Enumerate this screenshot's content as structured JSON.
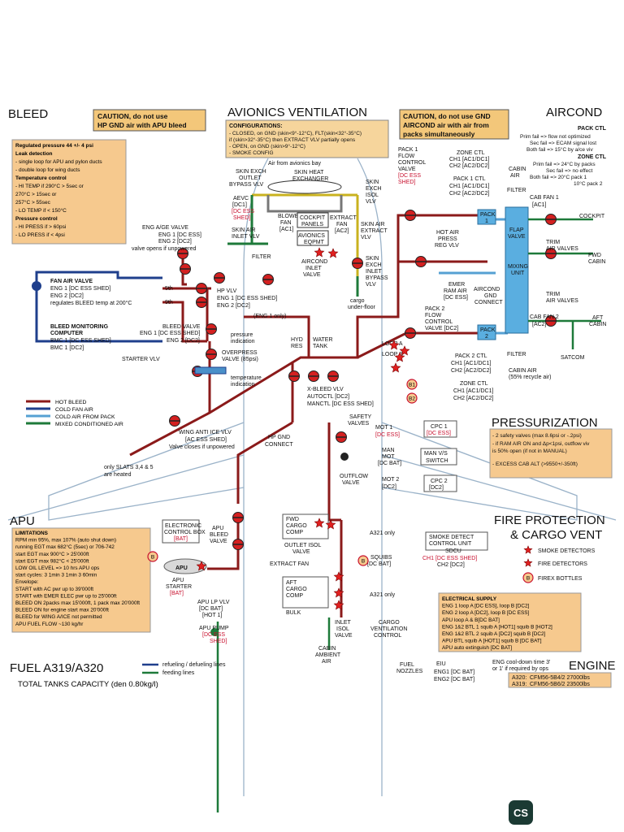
{
  "sections": {
    "bleed": "BLEED",
    "avionics": "AVIONICS VENTILATION",
    "aircond": "AIRCOND",
    "pressurization": "PRESSURIZATION",
    "apu": "APU",
    "fire1": "FIRE PROTECTION",
    "fire2": "& CARGO VENT",
    "fuel": "FUEL A319/A320",
    "engine": "ENGINE"
  },
  "cautions": {
    "bleed": [
      "CAUTION, do not use",
      "HP GND air with APU bleed"
    ],
    "aircond": [
      "CAUTION, do not use GND",
      "AIRCOND air with air from",
      "packs simultaneously"
    ]
  },
  "avionics_config": {
    "title": "CONFIGURATIONS:",
    "closed": "- CLOSED, on GND (skin<9°-12°C), FLT(skin<32°-35°C)",
    "closed2": "if (skin>32°-35°C) then EXTRACT VLV partially opens",
    "open": "- OPEN, on GND (skin>9°-12°C)",
    "smoke": "- SMOKE CONFIG"
  },
  "bleed_notes": [
    "Regulated pressure 44 +/- 4 psi",
    "Leak detection",
    "- single loop for APU and pylon ducts",
    "- double loop for wing ducts",
    "Temperature control",
    "- HI TEMP if 290°C > 5sec or",
    "270°C > 15sec or",
    "257°C > 55sec",
    "- LO TEMP if < 150°C",
    "Pressure control",
    "- HI PRESS if > 60psi",
    "- LO PRESS if < 4psi"
  ],
  "pack_ctl": {
    "title": "PACK CTL",
    "lines": [
      "Prim fail => flow not optimized",
      "Sec fail => ECAM signal lost",
      "Both fail => 15°C by a/ce viv"
    ],
    "zone_title": "ZONE CTL",
    "zone_lines": [
      "Prim fail => 24°C by packs",
      "Sec fail => no effect",
      "Both fail => 20°C pack 1",
      "10°C pack 2"
    ]
  },
  "legend": [
    {
      "label": "HOT BLEED",
      "color": "#8b1a1a"
    },
    {
      "label": "COLD FAN AIR",
      "color": "#1f3f8c"
    },
    {
      "label": "COLD AIR FROM PACK",
      "color": "#56a0d3"
    },
    {
      "label": "MIXED CONDITIONED AIR",
      "color": "#1e7a3a"
    }
  ],
  "labels": {
    "fan_air_valve": "FAN AIR VALVE",
    "fav_eng1": "ENG 1 [DC ESS SHED]",
    "fav_eng2": "ENG 2 [DC2]",
    "fav_note": "regulates BLEED temp at 200°C",
    "bleed_mon": "BLEED MONITORING",
    "computer": "COMPUTER",
    "bmc1": "BMC 1 [DC ESS SHED]",
    "bmc2": "BMC 1 [DC2]",
    "eng_ag_valve": "ENG A/GE VALVE",
    "eag_eng1": "ENG 1 [DC ESS]",
    "eag_eng2": "ENG 2 [DC2]",
    "eag_note": "valve opens if unpowered",
    "fifth": "5th",
    "ninth": "9th",
    "hp_vlv": "HP VLV",
    "hp_eng1": "ENG 1 [DC ESS SHED]",
    "hp_eng2": "ENG 2 [DC2]",
    "eng1_only": "(ENG 1 only)",
    "bleed_valve_eng1": "ENG 1 [DC ESS SHED]",
    "bleed_valve": "BLEED VALVE",
    "bleed_valve_eng2": "ENG 2 [DC2]",
    "pressure_ind": "pressure",
    "pressure_ind2": "indication",
    "overpress": "OVERPRESS",
    "overpress2": "VALVE (85psi)",
    "starter_vlv": "STARTER VLV",
    "temp_ind": "temperature",
    "temp_ind2": "indication",
    "wing_anti_ice": "WING ANTI ICE VLV",
    "wai_sub": "[AC ESS SHED]",
    "wai_note": "Valve closes if unpowered",
    "slats": "only SLATS 3,4 & 5",
    "slats2": "are heated",
    "hp_gnd": "HP GND",
    "hp_gnd2": "CONNECT",
    "hyd_res": "HYD",
    "hyd_res2": "RES",
    "water_tank": "WATER",
    "water_tank2": "TANK",
    "xbleed": "X-BLEED VLV",
    "xbleed2": "AUTOCTL [DC2]",
    "xbleed3": "MANCTL [DC ESS SHED]",
    "skin_exch_outlet": "SKIN EXCH",
    "skin_exch_outlet2": "OUTLET",
    "skin_exch_outlet3": "BYPASS VLV",
    "air_from_bay": "Air from avionics bay",
    "skin_heat_exch": "SKIN HEAT",
    "skin_heat_exch2": "EXCHANGER",
    "skin_exch_isol": "SKIN",
    "skin_exch_isol2": "EXCH",
    "skin_exch_isol3": "ISOL",
    "skin_exch_isol4": "VLV",
    "aevc": "AEVC",
    "aevc2": "[DC1]",
    "aevc3": "[DC ESS",
    "aevc4": "SHED]",
    "skin_air_inlet": "SKIN AIR",
    "skin_air_inlet2": "INLET VLV",
    "blower": "BLOWER",
    "blower2": "FAN",
    "blower3": "[AC1]",
    "cockpit_panels": "COCKPIT",
    "cockpit_panels2": "PANELS",
    "avionics_eqpmt": "AVIONICS",
    "avionics_eqpmt2": "EQPMT",
    "extract_fan": "EXTRACT",
    "extract_fan2": "FAN",
    "extract_fan3": "[AC2]",
    "skin_air_extract": "SKIN AIR",
    "skin_air_extract2": "EXTRACT",
    "skin_air_extract3": "VLV",
    "filter": "FILTER",
    "aircond_inlet": "AIRCOND",
    "aircond_inlet2": "INLET",
    "aircond_inlet3": "VALVE",
    "skin_exch_inlet": "SKIN",
    "skin_exch_inlet2": "EXCH",
    "skin_exch_inlet3": "INLET",
    "skin_exch_inlet4": "BYPASS",
    "skin_exch_inlet5": "VLV",
    "cargo_underfloor": "cargo",
    "cargo_underfloor2": "under-floor",
    "pack1_flow": "PACK 1",
    "pack1_flow2": "FLOW",
    "pack1_flow3": "CONTROL",
    "pack1_flow4": "VALVE",
    "pack1_flow5": "[DC ESS",
    "pack1_flow6": "SHED]",
    "zone_ctl": "ZONE CTL",
    "zone_ctl1": "CH1 [AC1/DC1]",
    "zone_ctl2": "CH2 [AC2/DC2]",
    "pack1_ctl": "PACK 1 CTL",
    "pack1_ctl1": "CH1 [AC1/DC1]",
    "pack1_ctl2": "CH2 [AC2/DC2]",
    "cabin_air": "CABIN",
    "cabin_air2": "AIR",
    "filter2": "FILTER",
    "cab_fan1": "CAB FAN 1",
    "cab_fan1b": "[AC1]",
    "cockpit": "COCKPIT",
    "hot_air": "HOT AIR",
    "hot_air2": "PRESS",
    "hot_air3": "REG VLV",
    "pack1": "PACK",
    "pack1b": "1",
    "flap_valve": "FLAP",
    "flap_valve2": "VALVE",
    "mixing_unit": "MIXING",
    "mixing_unit2": "UNIT",
    "trim_air": "TRIM",
    "trim_air2": "AIR VALVES",
    "fwd_cabin": "FWD",
    "fwd_cabin2": "CABIN",
    "trim_air_b": "TRIM",
    "trim_air_b2": "AIR VALVES",
    "emer_ram": "EMER",
    "emer_ram2": "RAM AIR",
    "emer_ram3": "[DC ESS]",
    "aircond_gnd": "AIRCOND",
    "aircond_gnd2": "GND",
    "aircond_gnd3": "CONNECT",
    "pack2_flow": "PACK 2",
    "pack2_flow2": "FLOW",
    "pack2_flow3": "CONTROL",
    "pack2_flow4": "VALVE [DC2]",
    "pack2": "PACK",
    "pack2b": "2",
    "cab_fan2": "CAB FAN 2",
    "cab_fan2b": "[AC2]",
    "aft_cabin": "AFT",
    "aft_cabin2": "CABIN",
    "loop_a": "LOOP A",
    "loop_b": "LOOP B",
    "pack2_ctl": "PACK 2 CTL",
    "pack2_ctl1": "CH1 [AC1/DC1]",
    "pack2_ctl2": "CH2 [AC2/DC2]",
    "filter3": "FILTER",
    "cabin_air_b": "CABIN AIR",
    "cabin_air_b2": "(55% recycle air)",
    "satcom": "SATCOM",
    "zone_ctl_b": "ZONE CTL",
    "zone_ctl_b1": "CH1 [AC1/DC1]",
    "zone_ctl_b2": "CH2 [AC2/DC2]",
    "b1": "B1",
    "b2": "B2",
    "safety_valves": "SAFETY",
    "safety_valves2": "VALVES",
    "mot1": "MOT 1",
    "mot1b": "[DC ESS]",
    "cpc1": "CPC 1",
    "cpc1b": "[DC ESS]",
    "man_mot": "MAN",
    "man_mot2": "MOT",
    "man_mot3": "[DC BAT]",
    "man_vs": "MAN V/S",
    "man_vs2": "SWITCH",
    "mot2": "MOT 2",
    "mot2b": "[DC2]",
    "cpc2": "CPC 2",
    "cpc2b": "[DC2]",
    "outflow": "OUTFLOW",
    "outflow2": "VALVE",
    "press_note1": "- 2 safety valves (max 8.6psi or -.2psi)",
    "press_note2": "- if RAM AIR ON and Δp<1psi, outflow viv",
    "press_note3": "is 50% open (if not in MANUAL)",
    "press_note4": "- EXCESS CAB ALT (>9550+/-350ft)",
    "electronic_ctl": "ELECTRONIC",
    "electronic_ctl2": "CONTROL BOX",
    "electronic_ctl3": "[BAT]",
    "apu_bleed": "APU",
    "apu_bleed2": "BLEED",
    "apu_bleed3": "VALVE",
    "apu_box": "APU",
    "apu_starter": "APU",
    "apu_starter2": "STARTER",
    "apu_starter3": "[BAT]",
    "apu_lp": "APU LP VLV",
    "apu_lp2": "[DC BAT]",
    "apu_lp3": "[HOT 1]",
    "apu_pump": "APU PUMP",
    "apu_pump2": "[DC ESS",
    "apu_pump3": "SHED]",
    "b": "B",
    "fwd_cargo": "FWD",
    "fwd_cargo2": "CARGO",
    "fwd_cargo3": "COMP",
    "a321_only": "A321 only",
    "outlet_isol": "OUTLET ISOL",
    "outlet_isol2": "VALVE",
    "extract_fan_c": "EXTRACT FAN",
    "aft_cargo": "AFT",
    "aft_cargo2": "CARGO",
    "aft_cargo3": "COMP",
    "bulk": "BULK",
    "a321_only2": "A321 only",
    "squibs": "SQUIBS",
    "squibs2": "[DC BAT]",
    "smoke_det": "SMOKE DETECT",
    "smoke_det2": "CONTROL UNIT",
    "smoke_det3": "SDCU",
    "smoke_det4": "CH1 [DC ESS SHED]",
    "smoke_det5": "CH2 [DC2]",
    "inlet_isol": "INLET",
    "inlet_isol2": "ISOL",
    "inlet_isol3": "VALVE",
    "cargo_vent": "CARGO",
    "cargo_vent2": "VENTILATION",
    "cargo_vent3": "CONTROL",
    "cabin_ambient": "CABIN",
    "cabin_ambient2": "AMBIENT",
    "cabin_ambient3": "AIR",
    "smoke_detectors": "SMOKE DETECTORS",
    "fire_detectors": "FIRE DETECTORS",
    "firex_bottles": "FIREX BOTTLES",
    "fuel_refuel": "refueling / defueling lines",
    "fuel_feed": "feeding lines",
    "total_tanks": "TOTAL TANKS CAPACITY (den 0.80kg/l)",
    "fuel_nozzles": "FUEL",
    "fuel_nozzles2": "NOZZLES",
    "eiu": "EIU",
    "eiu1": "ENG1 [DC BAT]",
    "eiu2": "ENG2 [DC BAT]",
    "eng_note": "ENG cool-down time 3'",
    "eng_note2": "or 1' if required by ops",
    "a320": "A320:",
    "a320v": "CFM56-5B4/2 27000lbs",
    "a319": "A319:",
    "a319v": "CFM56-5B6/2 23500lbs"
  },
  "apu_limits": [
    "LIMITATIONS",
    "RPM min 95%, max 107% (auto shut down)",
    "running EGT max 682°C (5sec) or 706-742",
    "start EGT max 900°C > 25'000ft",
    "start EGT max 982°C < 25'000ft",
    "LOW OIL LEVEL => 10 hrs APU ops",
    "start cycles: 3 1min 3 1min 3 60min",
    "Envelope:",
    "START with AC pwr up to 39'000ft",
    "START with EMER ELEC pwr up to 25'000ft",
    "BLEED ON 2packs max 15'000ft, 1 pack max 20'000ft",
    "BLEED ON for engine start max 20'000ft",
    "BLEED for WING A/ICE not permitted",
    "APU FUEL FLOW ~130 kg/hr"
  ],
  "elec_supply": [
    "ELECTRICAL SUPPLY",
    "ENG 1 loop A [DC ESS], loop B [DC2]",
    "ENG 2 loop A [DC2], loop B [DC ESS]",
    "APU   loop A & B[DC BAT]",
    "ENG 1&2 BTL 1 squib A [HOT1] squib B [HOT2]",
    "ENG 1&2 BTL 2 squib A [DC2] squib B [DC2]",
    "APU BTL squib A [HOT1] squib B [DC BAT]",
    "APU auto extinguish [DC BAT]"
  ],
  "logo": "CS",
  "colors": {
    "hot": "#8b1a1a",
    "fan": "#1f3f8c",
    "pack": "#56a0d3",
    "mixed": "#1e7a3a",
    "caution": "#f3c77a",
    "note_bg": "#f6c98e",
    "valve": "#d42020"
  }
}
